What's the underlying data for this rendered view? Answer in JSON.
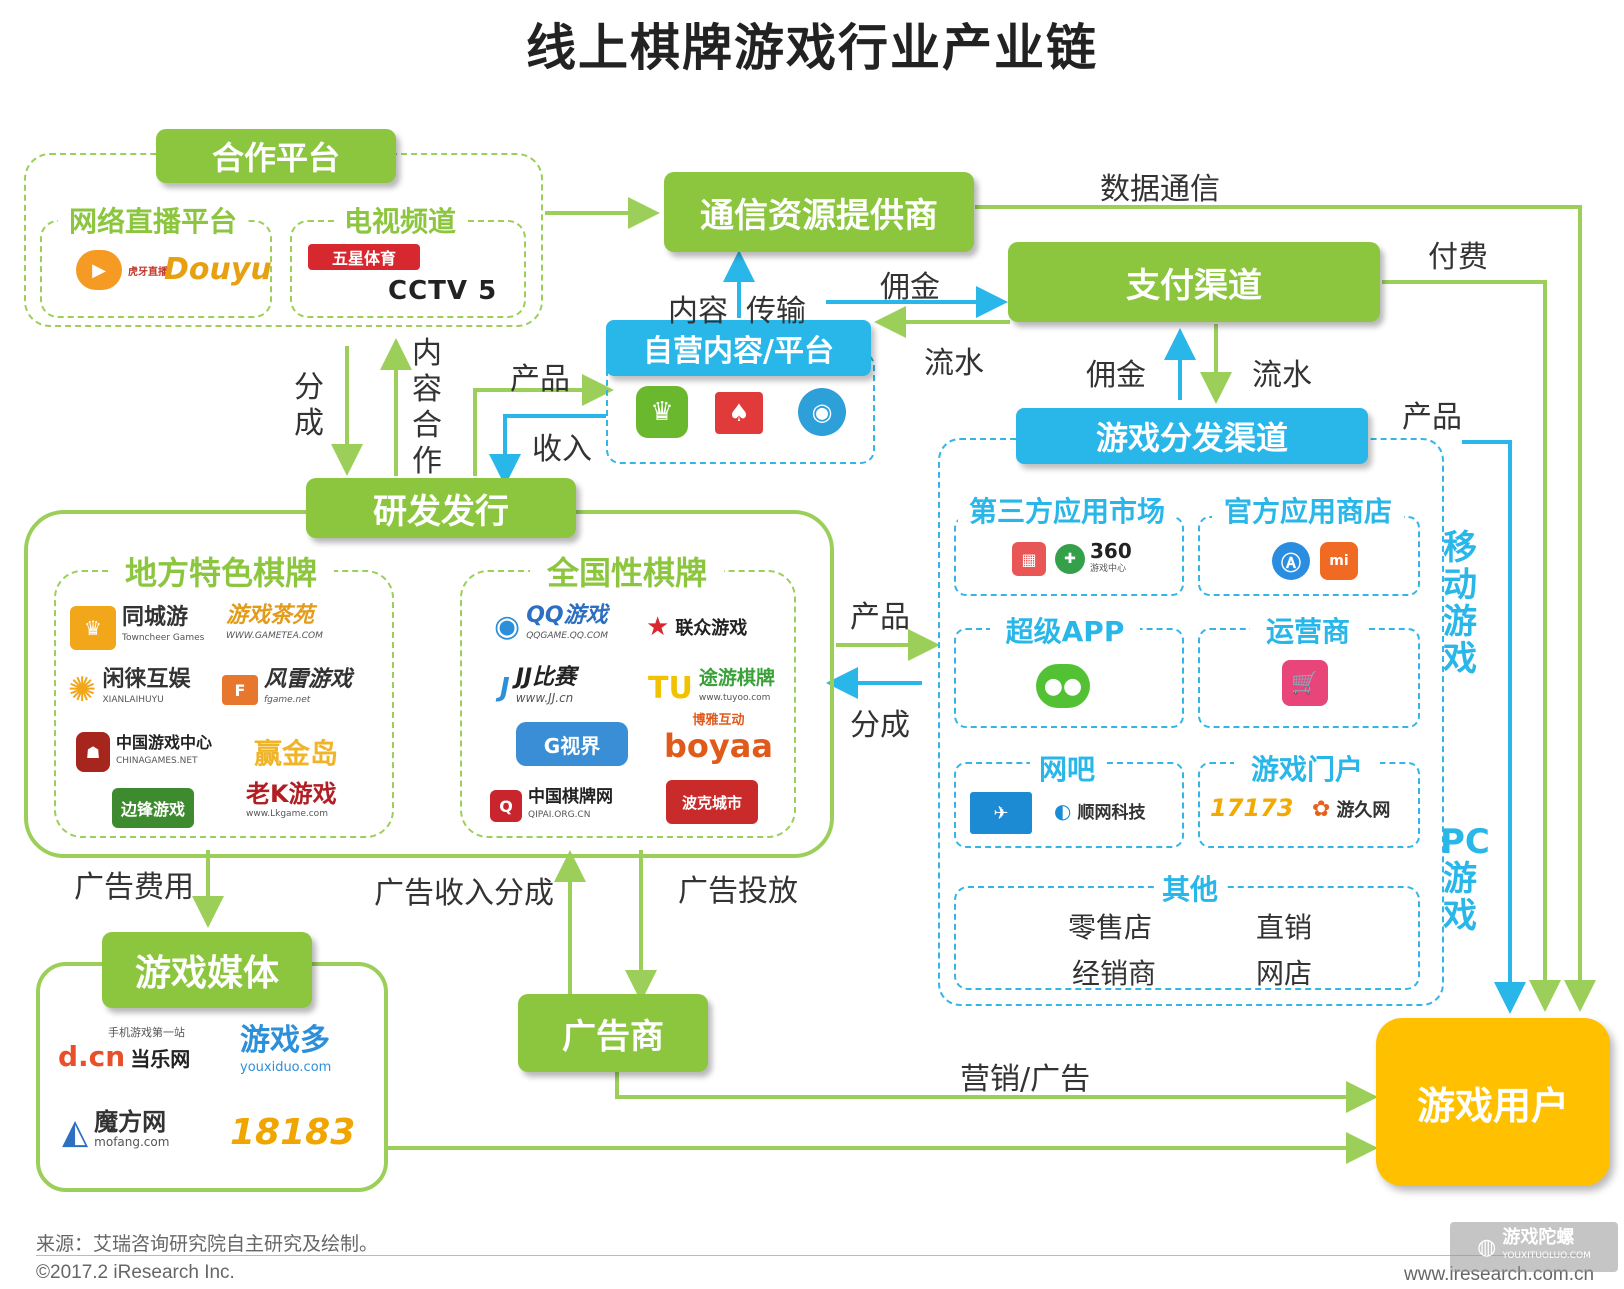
{
  "title": "线上棋牌游戏行业产业链",
  "colors": {
    "green": "#8cc63f",
    "blue": "#29b6e8",
    "yellow": "#ffc000"
  },
  "nodes": {
    "partner_platform": "合作平台",
    "live_platform": "网络直播平台",
    "tv_channel": "电视频道",
    "telecom": "通信资源提供商",
    "payment": "支付渠道",
    "self_operated": "自营内容/平台",
    "distribution": "游戏分发渠道",
    "rd": "研发发行",
    "local_chess": "地方特色棋牌",
    "national_chess": "全国性棋牌",
    "media": "游戏媒体",
    "advertiser": "广告商",
    "users": "游戏用户",
    "third_party_market": "第三方应用市场",
    "official_store": "官方应用商店",
    "super_app": "超级APP",
    "carrier": "运营商",
    "internet_cafe": "网吧",
    "game_portal": "游戏门户",
    "others": "其他",
    "retail": "零售店",
    "direct_sale": "直销",
    "distributor": "经销商",
    "online_shop": "网店",
    "mobile_games": "移动游戏",
    "pc_games": "PC游戏"
  },
  "edge_labels": {
    "data_comm": "数据通信",
    "content": "内容",
    "transmit": "传输",
    "commission_top": "佣金",
    "flow_top": "流水",
    "fee": "付费",
    "commission_mid": "佣金",
    "flow_mid": "流水",
    "product_right": "产品",
    "share": "分成",
    "content_coop": "内容合作",
    "product_top": "产品",
    "income": "收入",
    "product_mid": "产品",
    "share_mid": "分成",
    "ad_fee": "广告费用",
    "ad_income_share": "广告收入分成",
    "ad_placement": "广告投放",
    "marketing": "营销/广告"
  },
  "logos": {
    "huya": "虎牙直播",
    "douyu": "Douyu",
    "wuxing": "五星体育",
    "cctv": "CCTV 5",
    "tongchengyou": "同城游",
    "tongcheng_sub": "Towncheer Games",
    "youxichayuan": "游戏茶苑",
    "gametea_sub": "WWW.GAMETEA.COM",
    "xianlai": "闲徕互娱",
    "xianlai_sub": "XIANLAIHUYU",
    "fenglei": "风雷游戏",
    "fgame_sub": "fgame.net",
    "chinagames": "中国游戏中心",
    "chinagames_sub": "CHINAGAMES.NET",
    "yingjindao": "赢金岛",
    "bianfeng": "边锋游戏",
    "laok": "老K游戏",
    "laok_sub": "www.Lkgame.com",
    "qqgame": "QQ游戏",
    "qqgame_sub": "QQGAME.QQ.COM",
    "lianzhong": "联众游戏",
    "jj": "JJ比赛",
    "jj_sub": "www.JJ.cn",
    "tuyoo": "途游棋牌",
    "tuyoo_sub": "www.tuyoo.com",
    "gshijie": "G视界",
    "boyaa_cn": "博雅互动",
    "boyaa": "boyaa",
    "qipai": "中国棋牌网",
    "qipai_sub": "QIPAI.ORG.CN",
    "pokercity": "波克城市",
    "n360": "360",
    "n360_sub": "游戏中心",
    "shunwang": "顺网科技",
    "n17173": "17173",
    "youjiu": "游久网",
    "dcn_top": "手机游戏第一站",
    "dcn": "d.cn",
    "dcn_cn": "当乐网",
    "youxiduo": "游戏多",
    "youxiduo_sub": "youxiduo.com",
    "mofang": "魔方网",
    "mofang_sub": "mofang.com",
    "n18183": "18183"
  },
  "footer": {
    "source": "来源：艾瑞咨询研究院自主研究及绘制。",
    "copyright": "©2017.2 iResearch Inc.",
    "website": "www.iresearch.com.cn",
    "watermark": "游戏陀螺",
    "watermark_sub": "YOUXITUOLUO.COM"
  }
}
